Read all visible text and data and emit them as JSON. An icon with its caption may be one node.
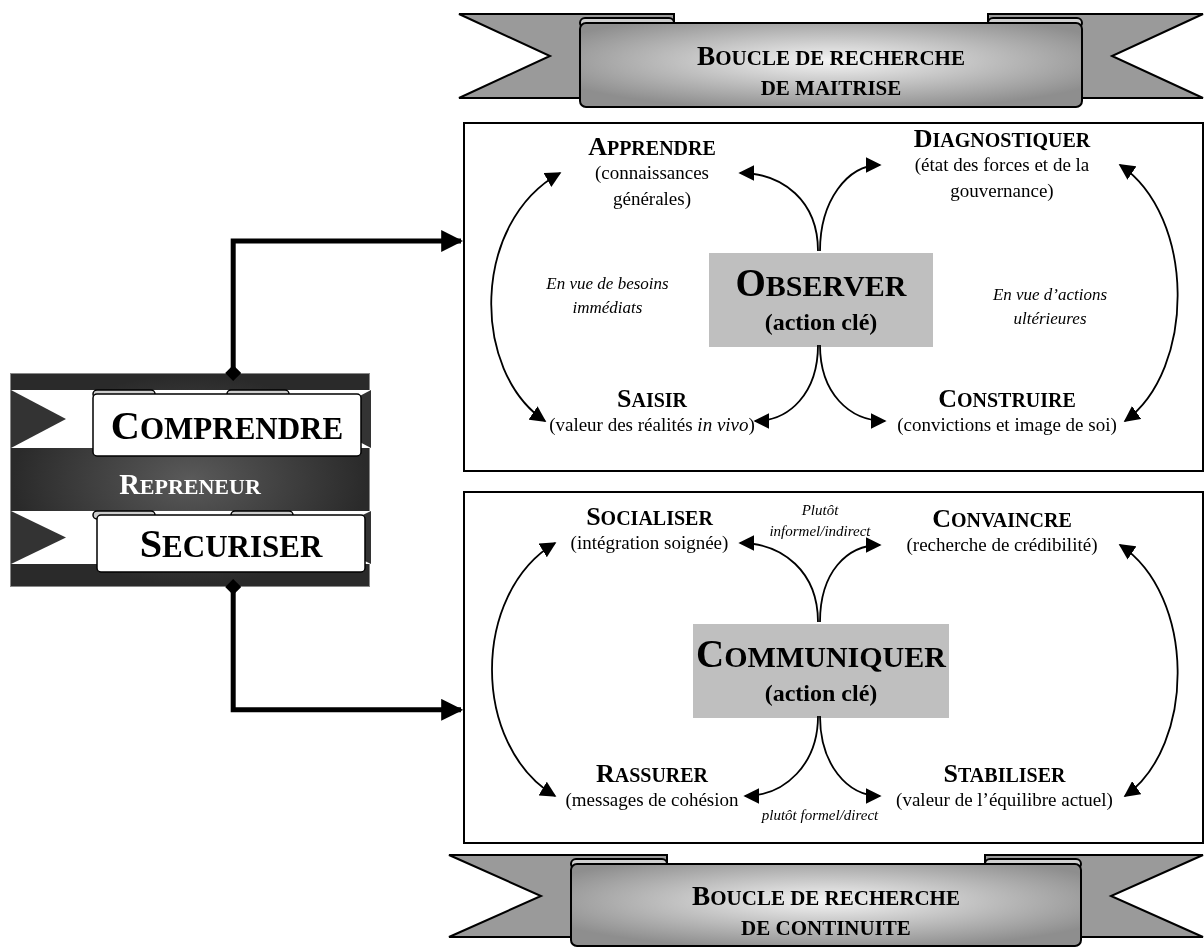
{
  "diagram": {
    "nodes": [
      {
        "text": [
          "BOUCLE DE RECHERCHE DE MAITRISE"
        ]
      },
      {
        "text": [
          "REPRENEUR"
        ]
      },
      {
        "text": [
          "COMPRENDRE"
        ],
        "in": 1
      },
      {
        "text": [
          "SECURISER"
        ],
        "in": 1
      },
      {
        "text": [],
        "shape": "box"
      },
      {
        "text": [
          "APPRENDRE",
          "(connaissances générales)"
        ],
        "in": 4
      },
      {
        "text": [
          "DIAGNOSTIQUER",
          "(état des forces et de la gouvernance)"
        ],
        "in": 4
      },
      {
        "text": [
          "OBSERVER",
          "(action clé)"
        ],
        "in": 4
      },
      {
        "text": [
          "SAISIR",
          "(valeur des réalités *in vivo*)"
        ],
        "in": 4
      },
      {
        "text": [
          "CONSTRUIRE",
          "(convictions et image de soi)"
        ],
        "in": 4
      },
      {
        "text": [],
        "shape": "box"
      },
      {
        "text": [
          "SOCIALISER",
          "(intégration soignée)"
        ],
        "in": 10
      },
      {
        "text": [
          "CONVAINCRE",
          "(recherche de crédibilité)"
        ],
        "in": 10
      },
      {
        "text": [
          "COMMUNIQUER",
          "(action clé)"
        ],
        "in": 10
      },
      {
        "text": [
          "RASSURER",
          "(messages de cohésion"
        ],
        "in": 10
      },
      {
        "text": [
          "STABILISER",
          "(valeur de l’équilibre actuel)"
        ],
        "in": 10
      },
      {
        "text": [
          "BOUCLE DE RECHERCHE DE CONTINUITE"
        ]
      }
    ],
    "edges": [
      {
        "from": 1,
        "to": 4,
        "arrow": "to",
        "style": "thick"
      },
      {
        "from": 1,
        "to": 10,
        "arrow": "to",
        "style": "thick"
      },
      {
        "from": 7,
        "to": 5,
        "arrow": "to"
      },
      {
        "from": 7,
        "to": 6,
        "arrow": "to"
      },
      {
        "from": 7,
        "to": 8,
        "arrow": "to"
      },
      {
        "from": 7,
        "to": 9,
        "arrow": "to"
      },
      {
        "from": 5,
        "to": 8,
        "arrow": "both"
      },
      {
        "from": 6,
        "to": 9,
        "arrow": "both"
      },
      {
        "from": 13,
        "to": 11,
        "arrow": "to"
      },
      {
        "from": 13,
        "to": 12,
        "arrow": "to"
      },
      {
        "from": 13,
        "to": 14,
        "arrow": "to"
      },
      {
        "from": 13,
        "to": 15,
        "arrow": "to"
      },
      {
        "from": 11,
        "to": 14,
        "arrow": "both"
      },
      {
        "from": 12,
        "to": 15,
        "arrow": "both"
      }
    ],
    "labels": [
      "En vue de besoins immédiats",
      "En vue d’actions ultérieures",
      "Plutôt informel/indirect",
      "plutôt formel/direct"
    ]
  }
}
